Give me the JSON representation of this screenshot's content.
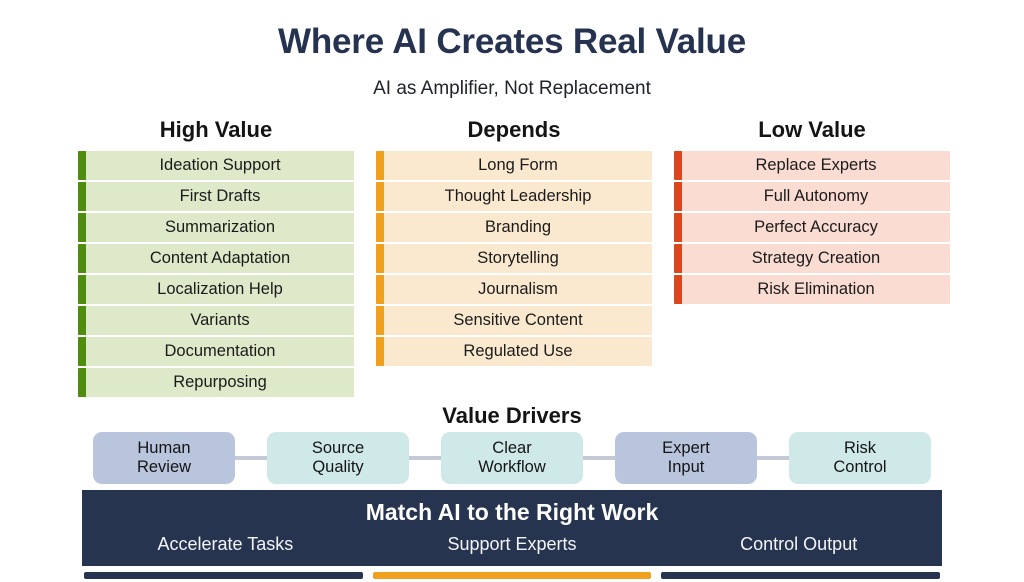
{
  "title": "Where AI Creates Real Value",
  "subtitle": "AI as Amplifier, Not Replacement",
  "colors": {
    "title_navy": "#253250",
    "banner_navy": "#27344f",
    "high_accent": "#4f8c10",
    "high_fill": "#dde9c9",
    "depends_accent": "#f0a01f",
    "depends_fill": "#fbe9cf",
    "low_accent": "#d8471d",
    "low_fill": "#fadcd2",
    "pill_blue": "#b9c4dd",
    "pill_cyan": "#cfe9e8",
    "connector": "#c3c9d6"
  },
  "columns": [
    {
      "heading": "High Value",
      "items": [
        "Ideation Support",
        "First Drafts",
        "Summarization",
        "Content Adaptation",
        "Localization Help",
        "Variants",
        "Documentation",
        "Repurposing"
      ]
    },
    {
      "heading": "Depends",
      "items": [
        "Long Form",
        "Thought Leadership",
        "Branding",
        "Storytelling",
        "Journalism",
        "Sensitive Content",
        "Regulated Use"
      ]
    },
    {
      "heading": "Low Value",
      "items": [
        "Replace Experts",
        "Full Autonomy",
        "Perfect Accuracy",
        "Strategy Creation",
        "Risk Elimination"
      ]
    }
  ],
  "drivers": {
    "heading": "Value Drivers",
    "items": [
      {
        "line1": "Human",
        "line2": "Review",
        "style": "blue"
      },
      {
        "line1": "Source",
        "line2": "Quality",
        "style": "cyan"
      },
      {
        "line1": "Clear",
        "line2": "Workflow",
        "style": "cyan"
      },
      {
        "line1": "Expert",
        "line2": "Input",
        "style": "blue"
      },
      {
        "line1": "Risk",
        "line2": "Control",
        "style": "cyan"
      }
    ]
  },
  "banner": {
    "title": "Match AI to the Right Work",
    "items": [
      "Accelerate Tasks",
      "Support Experts",
      "Control Output"
    ]
  },
  "accent_bars": [
    {
      "color": "#27344f"
    },
    {
      "color": "#f0a01f"
    },
    {
      "color": "#27344f"
    }
  ]
}
